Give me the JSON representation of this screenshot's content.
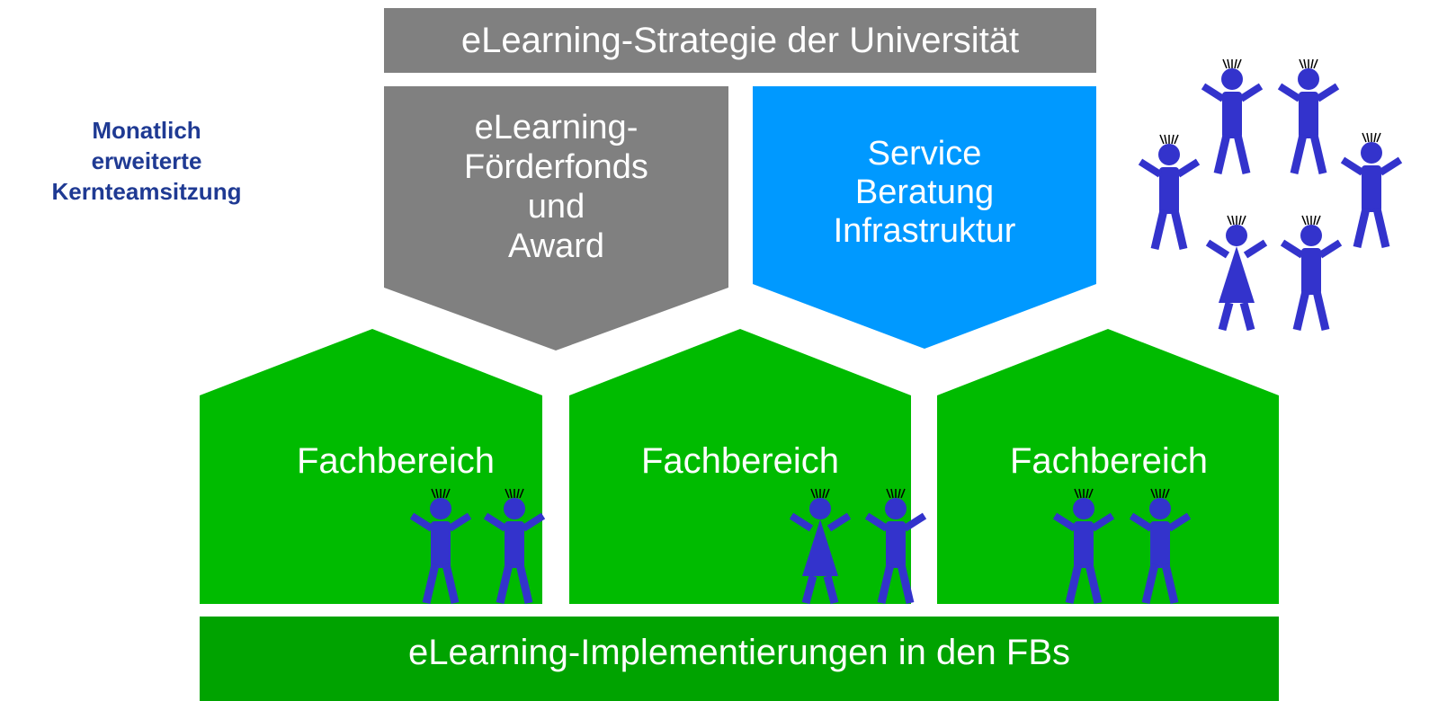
{
  "title": "eLearning-Strategie der Universität",
  "side_label": [
    "Monatlich",
    "erweiterte",
    "Kernteamsitzung"
  ],
  "funds": [
    "eLearning-",
    "Förderfonds",
    "und",
    "Award"
  ],
  "service": [
    "Service",
    "Beratung",
    "Infrastruktur"
  ],
  "departments": [
    "Fachbereich",
    "Fachbereich",
    "Fachbereich"
  ],
  "bottom": "eLearning-Implementierungen in den FBs",
  "colors": {
    "gray": "#808080",
    "blue": "#0099ff",
    "green": "#00bb00",
    "dark_green": "#00a300",
    "figure": "#3333cc",
    "side_text": "#1f3a93"
  },
  "icons": [
    "person-figure-icon"
  ]
}
